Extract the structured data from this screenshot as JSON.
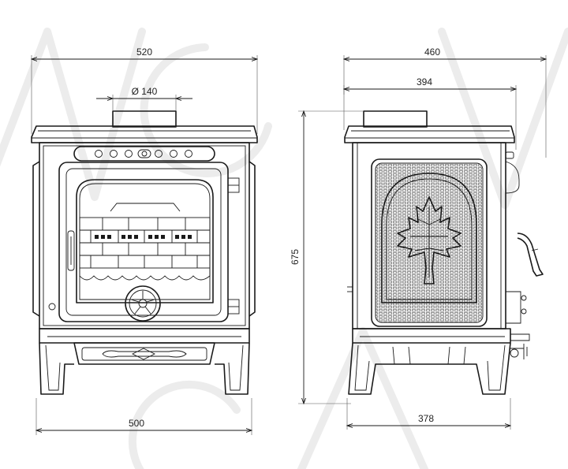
{
  "units": "mm",
  "colors": {
    "line": "#1a1a1a",
    "background": "#ffffff",
    "watermark": "#ececec"
  },
  "front_view": {
    "overall_width": "520",
    "flue_diameter": "Ø 140",
    "leg_width": "500"
  },
  "side_view": {
    "overall_depth": "460",
    "body_depth": "394",
    "height": "675",
    "leg_depth": "378"
  },
  "decoration": {
    "panel_motif": "maple-leaf-icon",
    "air_control": "star-knob-icon"
  }
}
